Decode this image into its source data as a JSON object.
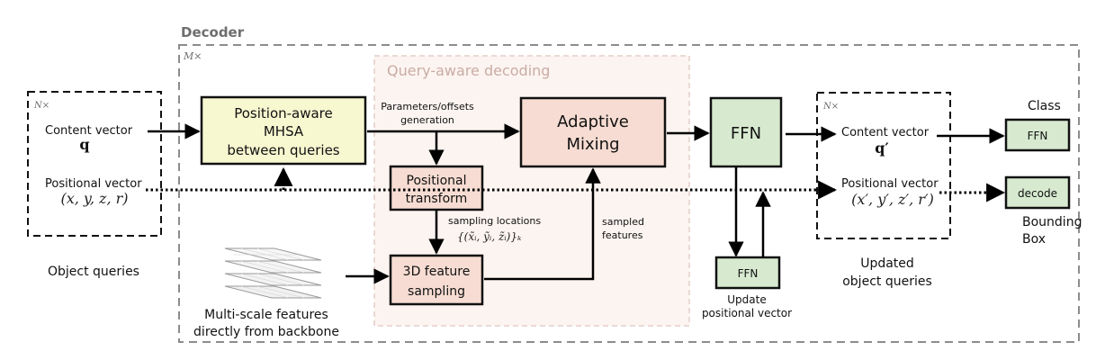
{
  "decoder": {
    "title": "Decoder",
    "repeat": "M×"
  },
  "query_aware": {
    "title": "Query-aware decoding"
  },
  "object_queries": {
    "repeat": "N×",
    "content_label": "Content vector",
    "content_symbol": "q",
    "positional_label": "Positional vector",
    "positional_symbol": "(x, y, z, r)",
    "caption": "Object queries"
  },
  "mhsa": {
    "lines": [
      "Position-aware",
      "MHSA",
      "between queries"
    ]
  },
  "params_label": [
    "Parameters/offsets",
    "generation"
  ],
  "positional_transform": {
    "lines": [
      "Positional",
      "transform"
    ]
  },
  "sampling_locations": {
    "label": "sampling locations",
    "symbol": "{(x̃ᵢ, ỹᵢ, z̃ᵢ)}ₖ"
  },
  "feature_sampling": {
    "lines": [
      "3D feature",
      "sampling"
    ]
  },
  "sampled_features": [
    "sampled",
    "features"
  ],
  "adaptive_mixing": {
    "lines": [
      "Adaptive",
      "Mixing"
    ]
  },
  "ffn_main": {
    "label": "FFN"
  },
  "ffn_update": {
    "label": "FFN",
    "caption": [
      "Update",
      "positional vector"
    ]
  },
  "multiscale": {
    "caption": [
      "Multi-scale features",
      "directly from backbone"
    ]
  },
  "updated_queries": {
    "repeat": "N×",
    "content_label": "Content vector",
    "content_symbol": "q′",
    "positional_label": "Positional vector",
    "positional_symbol": "(x′, y′, z′, r′)",
    "caption": [
      "Updated",
      "object queries"
    ]
  },
  "class_head": {
    "title": "Class",
    "label": "FFN"
  },
  "bbox_head": {
    "label": "decode",
    "caption": [
      "Bounding",
      "Box"
    ]
  },
  "colors": {
    "mhsa_fill": "#f7f7d0",
    "pink_fill": "#f6dcd2",
    "green_fill": "#d7ead0",
    "query_aware_bg": "#fcf4f1"
  }
}
